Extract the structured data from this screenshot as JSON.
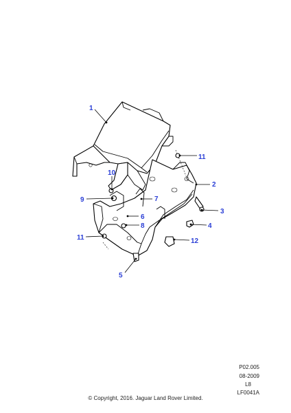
{
  "callouts": [
    {
      "label": "1"
    },
    {
      "label": "2"
    },
    {
      "label": "3"
    },
    {
      "label": "4"
    },
    {
      "label": "5"
    },
    {
      "label": "6"
    },
    {
      "label": "7"
    },
    {
      "label": "8"
    },
    {
      "label": "9"
    },
    {
      "label": "10"
    },
    {
      "label": "11"
    },
    {
      "label": "11"
    },
    {
      "label": "12"
    }
  ],
  "reference": {
    "page_code": "P02.005",
    "date": "08-2009",
    "model": "L8",
    "figure_id": "LF0041A"
  },
  "copyright": "© Copyright, 2016. Jaguar Land Rover Limited.",
  "colors": {
    "callout": "#2b3fd6",
    "line": "#000000"
  }
}
